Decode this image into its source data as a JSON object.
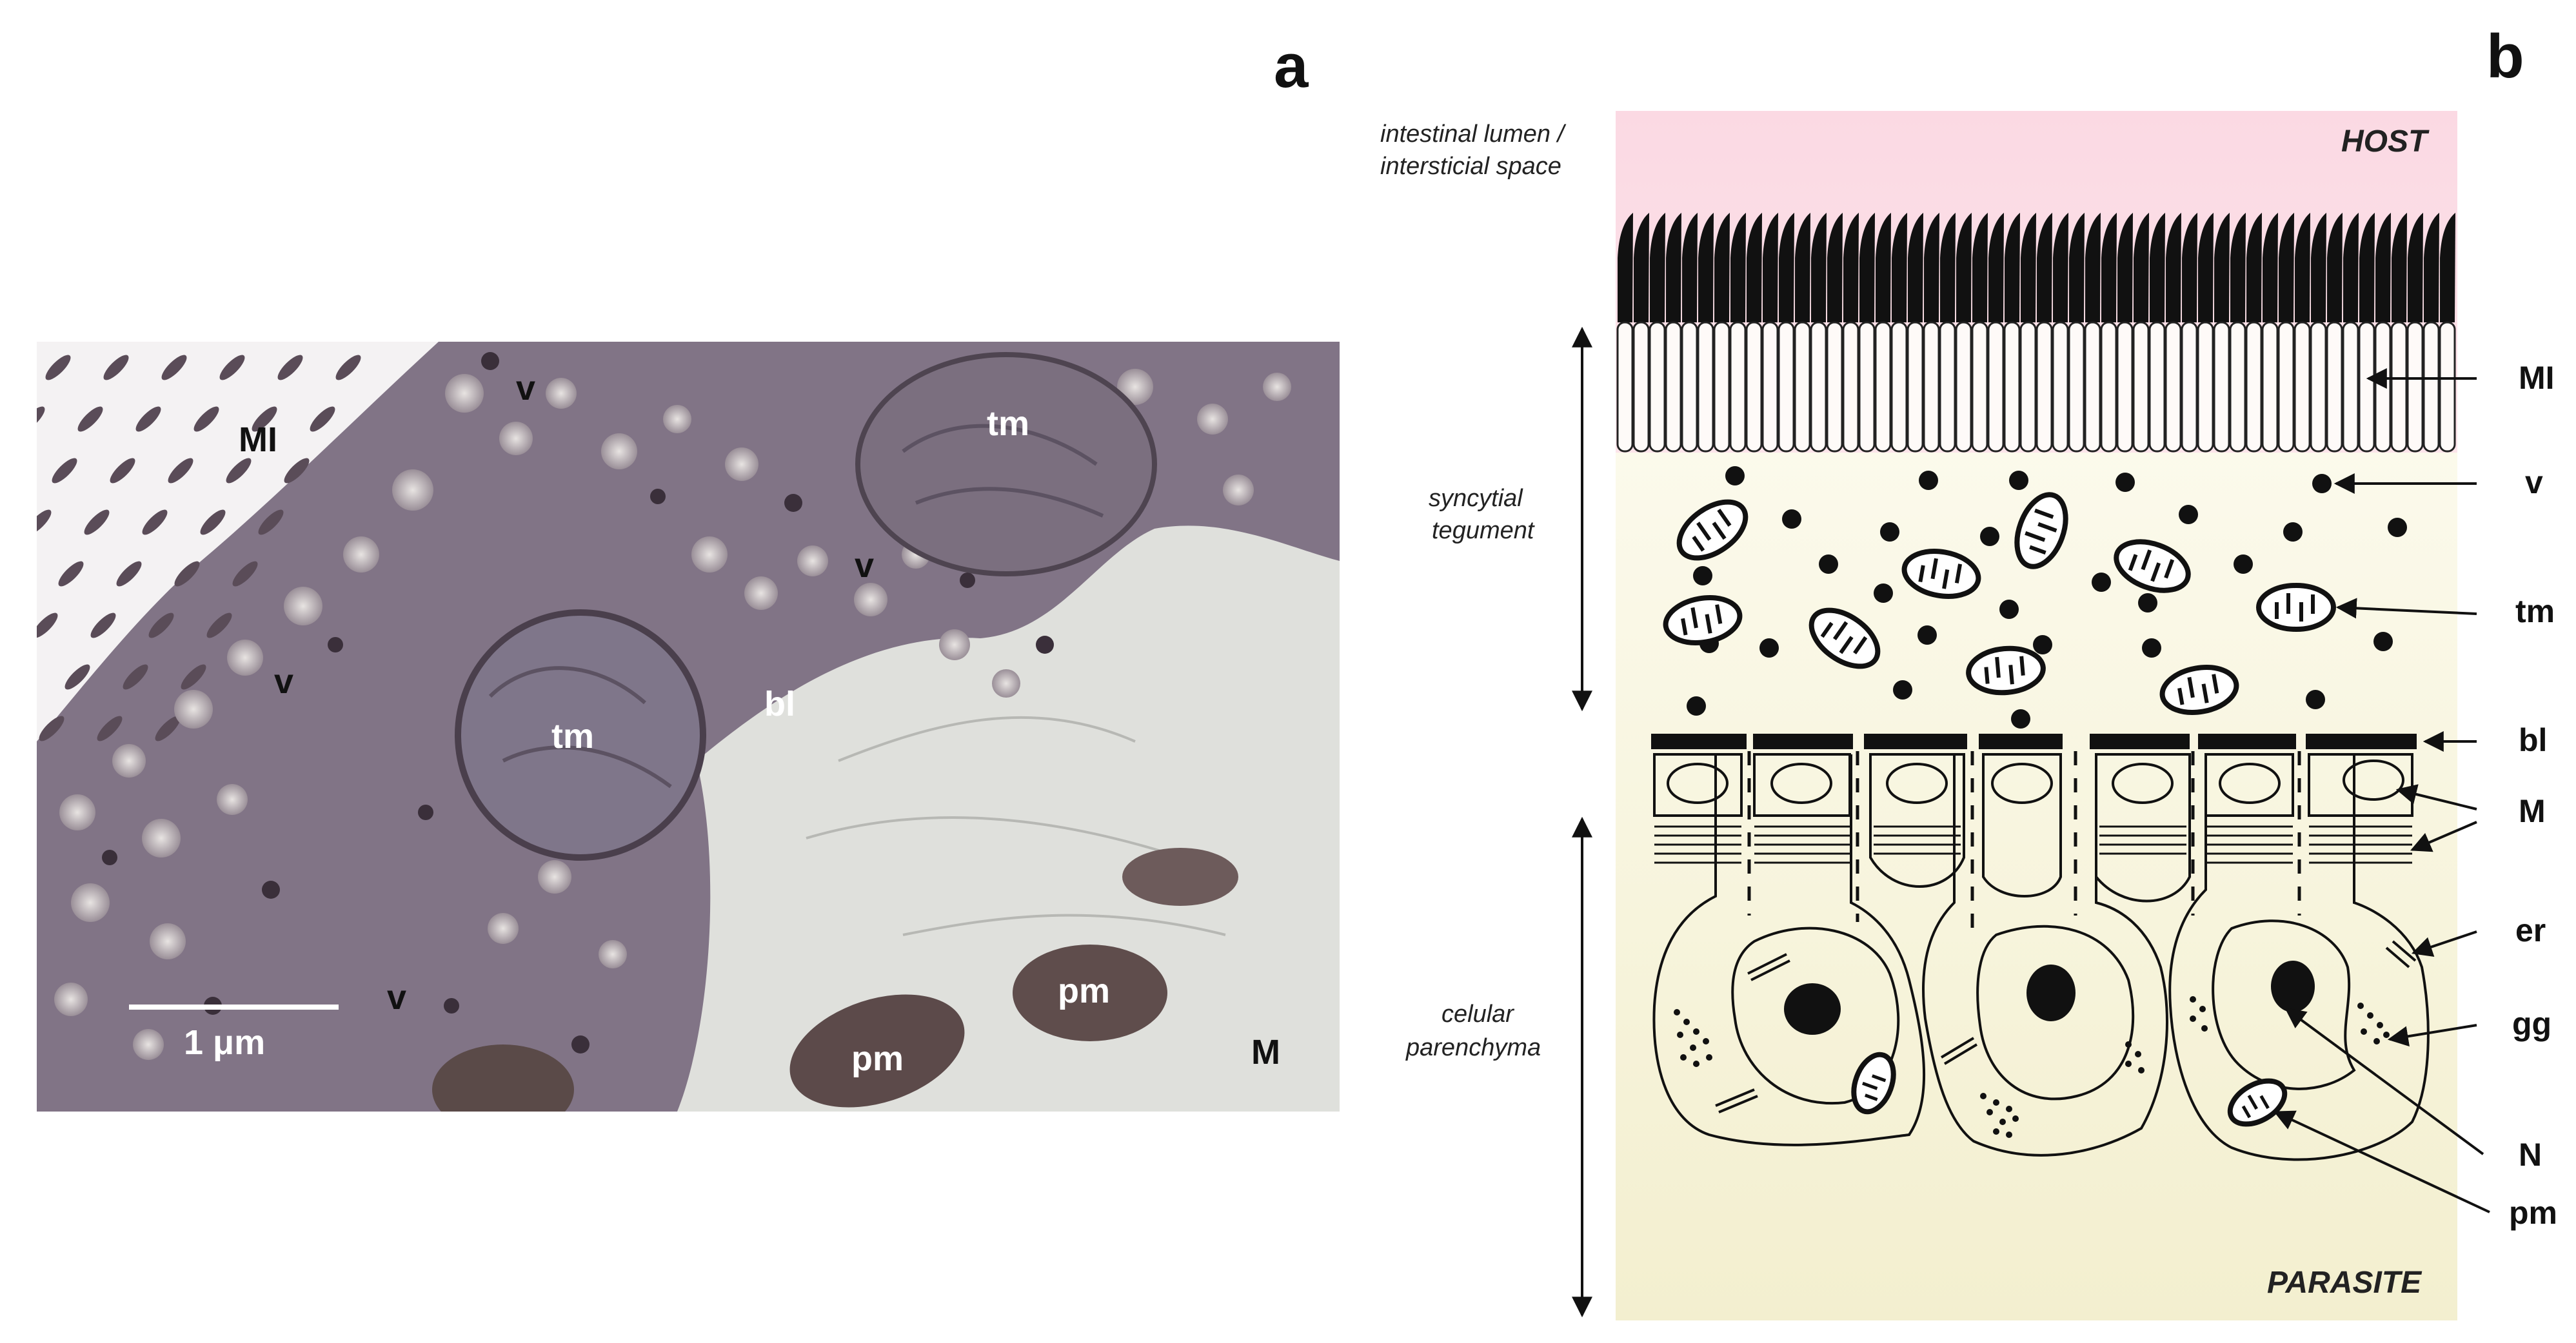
{
  "panels": {
    "a": "a",
    "b": "b"
  },
  "micrograph": {
    "labels": {
      "MI": "MI",
      "v1": "v",
      "v2": "v",
      "v3": "v",
      "v4": "v",
      "tm1": "tm",
      "tm2": "tm",
      "bl": "bl",
      "pm1": "pm",
      "pm2": "pm",
      "M": "M"
    },
    "scale_bar": "1 μm"
  },
  "schematic": {
    "host": "HOST",
    "parasite": "PARASITE",
    "side": {
      "lumen_1": "intestinal lumen /",
      "lumen_2": "intersticial space",
      "tegument_1": "syncytial",
      "tegument_2": "tegument",
      "parenchyma_1": "celular",
      "parenchyma_2": "parenchyma"
    },
    "callouts": {
      "MI": "MI",
      "v": "v",
      "tm": "tm",
      "bl": "bl",
      "M": "M",
      "er": "er",
      "gg": "gg",
      "N": "N",
      "pm": "pm"
    }
  },
  "colors": {
    "host": "#fbdde6",
    "parasite_top": "#fdfbee",
    "parasite_bottom": "#f4f1d2",
    "micrograph": "#847789"
  }
}
